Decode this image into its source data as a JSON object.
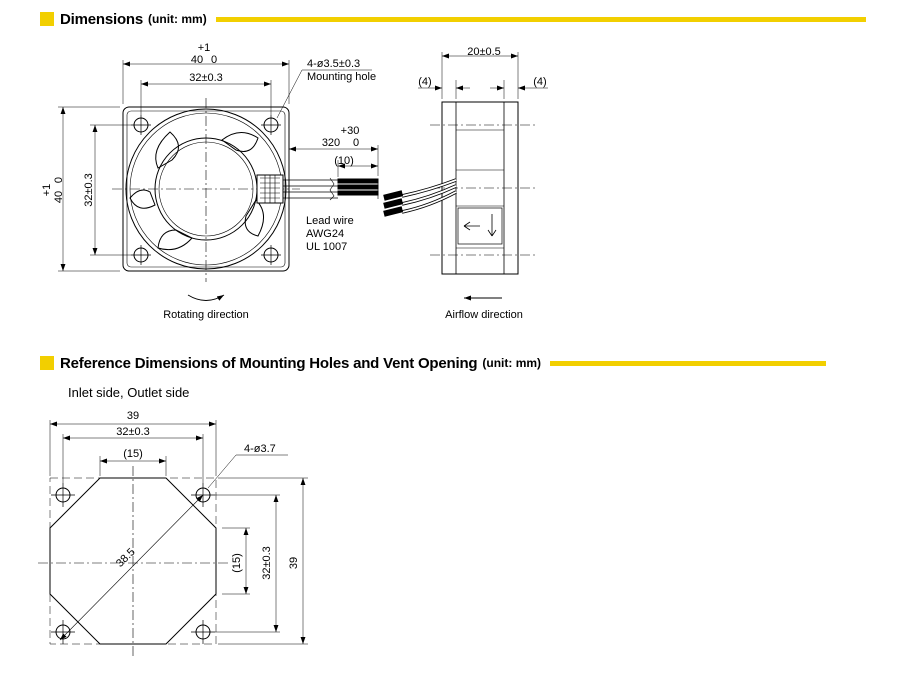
{
  "colors": {
    "accent": "#f2cf00",
    "line": "#000000"
  },
  "section1": {
    "title": "Dimensions",
    "unit": "(unit: mm)",
    "front": {
      "width_tol": "+1",
      "width_value": "40",
      "width_zero": "0",
      "hole_pitch": "32±0.3",
      "height_tol": "+1",
      "height_value": "40",
      "height_zero": "0",
      "height_pitch": "32±0.3",
      "hole_spec": "4-ø3.5±0.3",
      "hole_label": "Mounting hole",
      "lead_tol": "+30",
      "lead_value": "320",
      "lead_zero": "0",
      "strip_len": "(10)",
      "lead_wire_1": "Lead wire",
      "lead_wire_2": "AWG24",
      "lead_wire_3": "UL 1007",
      "rotating_caption": "Rotating direction"
    },
    "side": {
      "depth": "20±0.5",
      "flange_left": "(4)",
      "flange_right": "(4)",
      "airflow_caption": "Airflow direction"
    }
  },
  "section2": {
    "title": "Reference Dimensions of Mounting Holes and Vent Opening",
    "unit": "(unit: mm)",
    "subtitle": "Inlet side, Outlet side",
    "ref": {
      "width_total": "39",
      "hole_pitch": "32±0.3",
      "vent_width": "(15)",
      "hole_spec": "4-ø3.7",
      "diagonal": "38.5",
      "vent_height": "(15)",
      "height_pitch": "32±0.3",
      "height_total": "39"
    }
  }
}
